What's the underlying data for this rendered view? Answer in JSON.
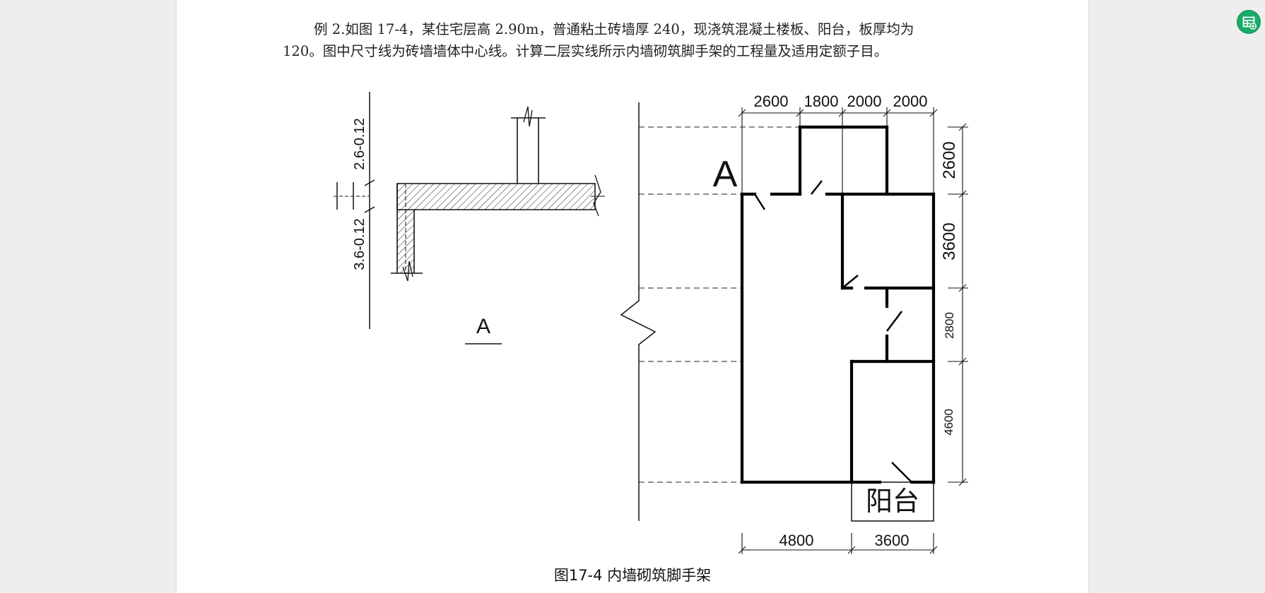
{
  "document": {
    "problem_line1": "例 2.如图 17-4，某住宅层高 2.90m，普通粘土砖墙厚 240，现浇筑混凝土楼板、阳台，板厚均为",
    "problem_line2": "120。图中尺寸线为砖墙墙体中心线。计算二层实线所示内墙砌筑脚手架的工程量及适用定额子目。",
    "caption": "图17-4 内墙砌筑脚手架"
  },
  "detail": {
    "dim_upper": "2.6-0.12",
    "dim_lower": "3.6-0.12",
    "label": "A"
  },
  "plan": {
    "marker": "A",
    "top_dims": [
      "2600",
      "1800",
      "2000",
      "2000"
    ],
    "right_dims": [
      "2600",
      "3600",
      "2800",
      "4600"
    ],
    "bottom_dims": [
      "4800",
      "3600"
    ],
    "balcony_label": "阳台"
  },
  "toolbar": {
    "side_button_icon": "table-add-icon",
    "accent_color": "#1aaa6a"
  }
}
